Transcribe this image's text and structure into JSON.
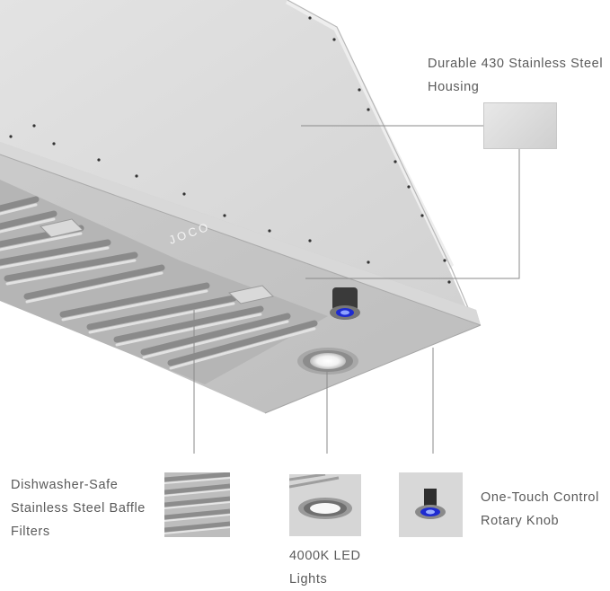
{
  "product": {
    "brand_mark": "JOCO",
    "colors": {
      "steel_light": "#dcdcdc",
      "steel_mid": "#c4c4c4",
      "steel_dark": "#9a9a9a",
      "indicator_blue": "#1e2bd0",
      "leader_line": "#8a8a8a"
    }
  },
  "callouts": {
    "housing": {
      "line1": "Durable 430 Stainless Steel",
      "line2": "Housing",
      "swatch_icon": "steel-swatch"
    },
    "filters": {
      "line1": "Dishwasher-Safe",
      "line2": "Stainless Steel Baffle",
      "line3": "Filters",
      "thumb_icon": "baffle-filter-closeup"
    },
    "lights": {
      "line1": "4000K LED",
      "line2": "Lights",
      "thumb_icon": "led-light-closeup"
    },
    "knob": {
      "line1": "One-Touch Control",
      "line2": "Rotary Knob",
      "thumb_icon": "rotary-knob-closeup"
    }
  }
}
